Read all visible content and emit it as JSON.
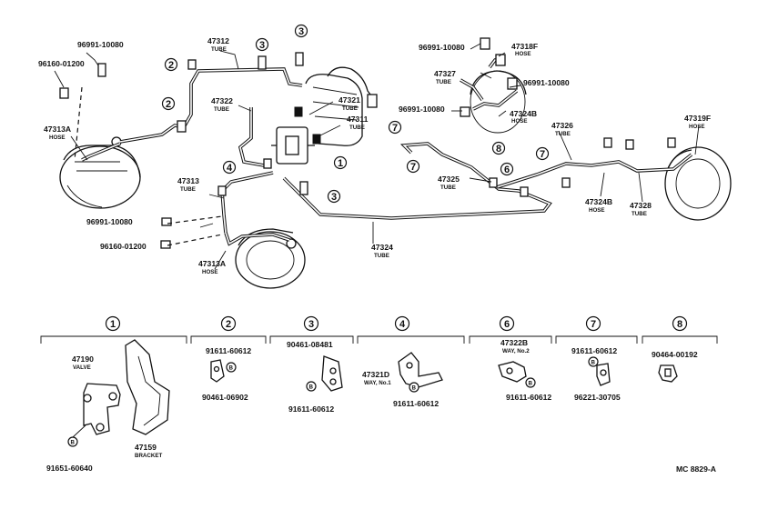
{
  "labels": {
    "p96991_10080_a": "96991-10080",
    "p96160_01200_a": "96160-01200",
    "p47313A_hose_a": "47313A",
    "hose": "HOSE",
    "tube": "TUBE",
    "p47312": "47312",
    "p47322": "47322",
    "p47321": "47321",
    "p47311": "47311",
    "p47313": "47313",
    "p96991_10080_b": "96991-10080",
    "p96160_01200_b": "96160-01200",
    "p47313A_hose_b": "47313A",
    "p47324": "47324",
    "p96991_10080_c": "96991-10080",
    "p47318F": "47318F",
    "p47327": "47327",
    "p96991_10080_d": "96991-10080",
    "p96991_10080_e": "96991-10080",
    "p47324B_a": "47324B",
    "p47326": "47326",
    "p47319F": "47319F",
    "p47325": "47325",
    "p47324B_b": "47324B",
    "p47328": "47328",
    "p47190": "47190",
    "valve": "VALVE",
    "p47159": "47159",
    "bracket": "BRACKET",
    "p91651_60640": "91651-60640",
    "p91611_60612_2": "91611-60612",
    "p90461_06902": "90461-06902",
    "p90461_08481": "90461-08481",
    "p91611_60612_3": "91611-60612",
    "p47321D": "47321D",
    "way_no1": "WAY, No.1",
    "p91611_60612_4": "91611-60612",
    "p47322B": "47322B",
    "way_no2": "WAY, No.2",
    "p91611_60612_6": "91611-60612",
    "p91611_60612_7": "91611-60612",
    "p96221_30705": "96221-30705",
    "p90464_00192": "90464-00192",
    "b": "B",
    "ref_code": "MC 8829-A"
  },
  "callouts": [
    "1",
    "2",
    "3",
    "4",
    "6",
    "7",
    "8"
  ]
}
